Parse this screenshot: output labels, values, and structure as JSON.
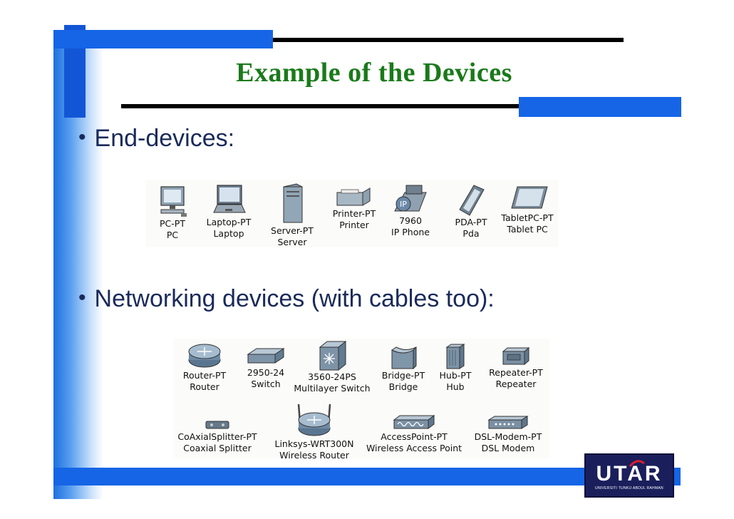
{
  "slide": {
    "title": "Example of the Devices",
    "bullets": [
      "End-devices:",
      "Networking devices (with cables too):"
    ]
  },
  "end_devices": [
    {
      "line1": "PC-PT",
      "line2": "PC",
      "icon": "pc-icon"
    },
    {
      "line1": "Laptop-PT",
      "line2": "Laptop",
      "icon": "laptop-icon"
    },
    {
      "line1": "Server-PT",
      "line2": "Server",
      "icon": "server-icon"
    },
    {
      "line1": "Printer-PT",
      "line2": "Printer",
      "icon": "printer-icon"
    },
    {
      "line1": "7960",
      "line2": "IP Phone",
      "icon": "ip-phone-icon",
      "badge": "IP"
    },
    {
      "line1": "PDA-PT",
      "line2": "Pda",
      "icon": "pda-icon"
    },
    {
      "line1": "TabletPC-PT",
      "line2": "Tablet PC",
      "icon": "tablet-icon"
    }
  ],
  "networking_devices": [
    {
      "line1": "Router-PT",
      "line2": "Router",
      "icon": "router-icon"
    },
    {
      "line1": "2950-24",
      "line2": "Switch",
      "icon": "switch-icon"
    },
    {
      "line1": "3560-24PS",
      "line2": "Multilayer Switch",
      "icon": "multilayer-switch-icon"
    },
    {
      "line1": "Bridge-PT",
      "line2": "Bridge",
      "icon": "bridge-icon"
    },
    {
      "line1": "Hub-PT",
      "line2": "Hub",
      "icon": "hub-icon"
    },
    {
      "line1": "Repeater-PT",
      "line2": "Repeater",
      "icon": "repeater-icon"
    },
    {
      "line1": "CoAxialSplitter-PT",
      "line2": "Coaxial Splitter",
      "icon": "coaxial-splitter-icon"
    },
    {
      "line1": "Linksys-WRT300N",
      "line2": "Wireless Router",
      "icon": "wireless-router-icon"
    },
    {
      "line1": "AccessPoint-PT",
      "line2": "Wireless Access Point",
      "icon": "access-point-icon"
    },
    {
      "line1": "DSL-Modem-PT",
      "line2": "DSL Modem",
      "icon": "dsl-modem-icon"
    }
  ],
  "logo": {
    "word": "UTAR",
    "subtitle": "UNIVERSITI TUNKU ABDUL RAHMAN"
  },
  "colors": {
    "title_green": "#1a7a1a",
    "frame_blue": "#1565e6",
    "bullet_text": "#1a2a5a",
    "logo_navy": "#1a1f5c",
    "logo_red": "#d81e2c"
  }
}
